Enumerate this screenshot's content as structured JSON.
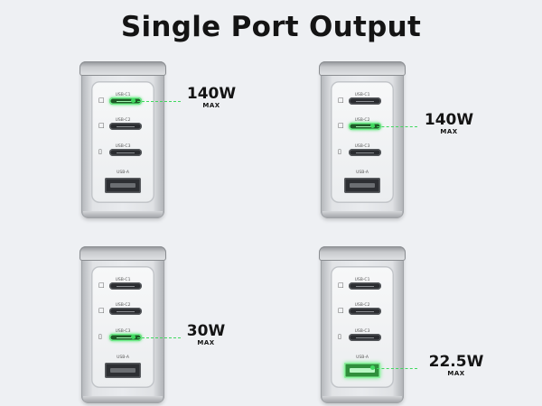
{
  "title": "Single Port Output",
  "port_labels": {
    "c1": "USB-C1",
    "c2": "USB-C2",
    "c3": "USB-C3",
    "a": "USB-A"
  },
  "icons": {
    "c1": "laptop-icon",
    "c2": "laptop-icon",
    "c3": "phone-icon"
  },
  "accent_color": "#3fd95e",
  "outputs": [
    {
      "active_port": "USB-C1",
      "power": "140W",
      "suffix": "MAX"
    },
    {
      "active_port": "USB-C2",
      "power": "140W",
      "suffix": "MAX"
    },
    {
      "active_port": "USB-C3",
      "power": "30W",
      "suffix": "MAX"
    },
    {
      "active_port": "USB-A",
      "power": "22.5W",
      "suffix": "MAX"
    }
  ]
}
